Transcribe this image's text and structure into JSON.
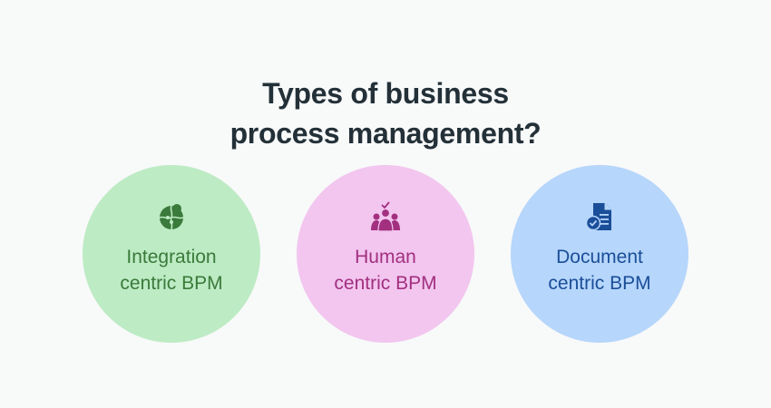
{
  "title": {
    "line1": "Types of business",
    "line2": "process management?"
  },
  "types": [
    {
      "icon": "puzzle-globe-icon",
      "line1": "Integration",
      "line2": "centric BPM",
      "bg_color": "#bdebc4",
      "fg_color": "#3a7a3a"
    },
    {
      "icon": "people-group-check-icon",
      "line1": "Human",
      "line2": "centric BPM",
      "bg_color": "#f2c6ef",
      "fg_color": "#a2307f"
    },
    {
      "icon": "document-check-icon",
      "line1": "Document",
      "line2": "centric BPM",
      "bg_color": "#b6d6fb",
      "fg_color": "#1b4e98"
    }
  ]
}
